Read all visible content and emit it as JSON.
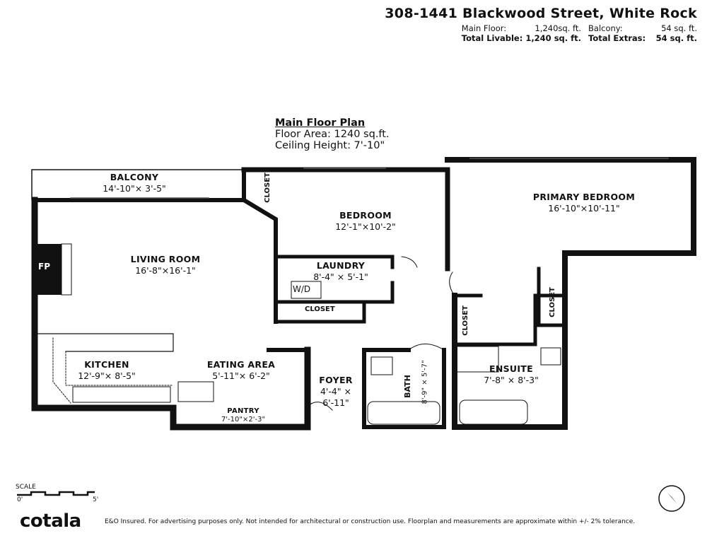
{
  "header": {
    "address": "308-1441 Blackwood Street, White Rock",
    "main_floor_label": "Main Floor:",
    "main_floor_value": "1,240sq. ft.",
    "balcony_label": "Balcony:",
    "balcony_value": "54 sq. ft.",
    "total_livable_label": "Total Livable:",
    "total_livable_value": "1,240 sq. ft.",
    "total_extras_label": "Total Extras:",
    "total_extras_value": "54 sq. ft."
  },
  "plan": {
    "heading": "Main Floor Plan",
    "floor_area": "Floor Area: 1240 sq.ft.",
    "ceiling_height": "Ceiling Height: 7'-10\""
  },
  "rooms": {
    "balcony": {
      "name": "BALCONY",
      "dims": "14'-10\"× 3'-5\""
    },
    "living": {
      "name": "LIVING ROOM",
      "dims": "16'-8\"×16'-1\""
    },
    "bedroom": {
      "name": "BEDROOM",
      "dims": "12'-1\"×10'-2\""
    },
    "primary": {
      "name": "PRIMARY BEDROOM",
      "dims": "16'-10\"×10'-11\""
    },
    "laundry": {
      "name": "LAUNDRY",
      "dims": "8'-4\" × 5'-1\""
    },
    "kitchen": {
      "name": "KITCHEN",
      "dims": "12'-9\"× 8'-5\""
    },
    "eating": {
      "name": "EATING AREA",
      "dims": "5'-11\"× 6'-2\""
    },
    "foyer": {
      "name": "FOYER",
      "dims_line1": "4'-4\" ×",
      "dims_line2": "6'-11\""
    },
    "pantry": {
      "name": "PANTRY",
      "dims": "7'-10\"×2'-3\""
    },
    "ensuite": {
      "name": "ENSUITE",
      "dims": "7'-8\" × 8'-3\""
    },
    "bath": {
      "name": "BATH",
      "dims": "8'-9\" × 5'-7\""
    },
    "closet_hall": "CLOSET",
    "closet_bed": "CLOSET",
    "closet_left": "CLOSET",
    "closet_right": "CLOSET",
    "wd": "W/D",
    "fp": "FP"
  },
  "scale": {
    "label": "SCALE",
    "start": "0'",
    "end": "5'"
  },
  "footer": {
    "brand": "cotala",
    "disclaimer": "E&O Insured. For advertising purposes only. Not intended for architectural or construction use. Floorplan and measurements are approximate within +/- 2% tolerance."
  }
}
